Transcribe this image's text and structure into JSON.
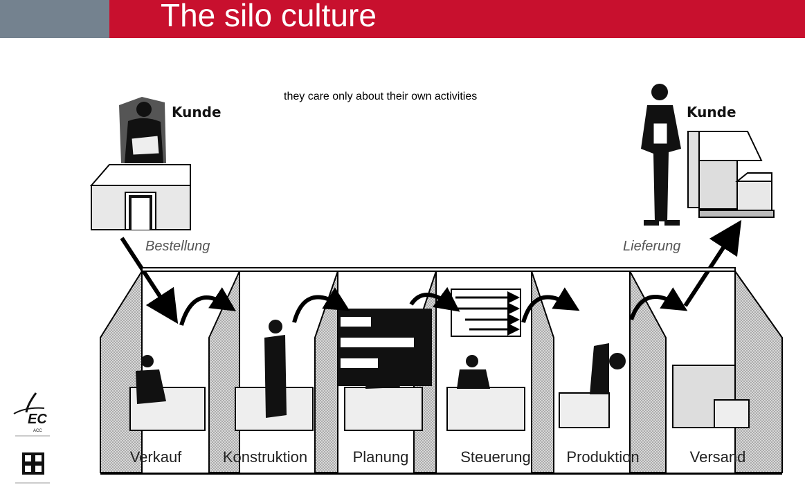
{
  "header": {
    "title": "The silo culture"
  },
  "caption": "they care only about their own activities",
  "customers": {
    "left_label": "Kunde",
    "right_label": "Kunde"
  },
  "flows": {
    "order": "Bestellung",
    "delivery": "Lieferung"
  },
  "departments": [
    "Verkauf",
    "Konstruktion",
    "Planung",
    "Steuerung",
    "Produktion",
    "Versand"
  ],
  "logo": {
    "text": "EC",
    "subtext": "ACC"
  },
  "colors": {
    "header_red": "#c8102e",
    "header_grey": "#74828f"
  }
}
